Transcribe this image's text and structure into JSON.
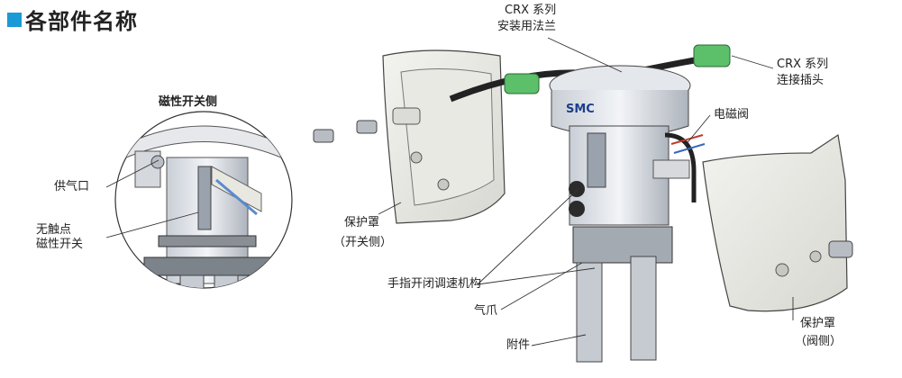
{
  "title": "各部件名称",
  "accent_color": "#1a9ad6",
  "labels": {
    "magnetic_switch_side": "磁性开关侧",
    "supply_port": "供气口",
    "contactless_1": "无触点",
    "contactless_2": "磁性开关",
    "crx_flange_1": "CRX 系列",
    "crx_flange_2": "安装用法兰",
    "crx_connector_1": "CRX 系列",
    "crx_connector_2": "连接插头",
    "solenoid_valve": "电磁阀",
    "cover_switch_1": "保护罩",
    "cover_switch_2": "（开关侧）",
    "speed_controller": "手指开闭调速机构",
    "gripper": "气爪",
    "attachment": "附件",
    "cover_valve_1": "保护罩",
    "cover_valve_2": "（阀侧）",
    "brand": "SMC"
  }
}
